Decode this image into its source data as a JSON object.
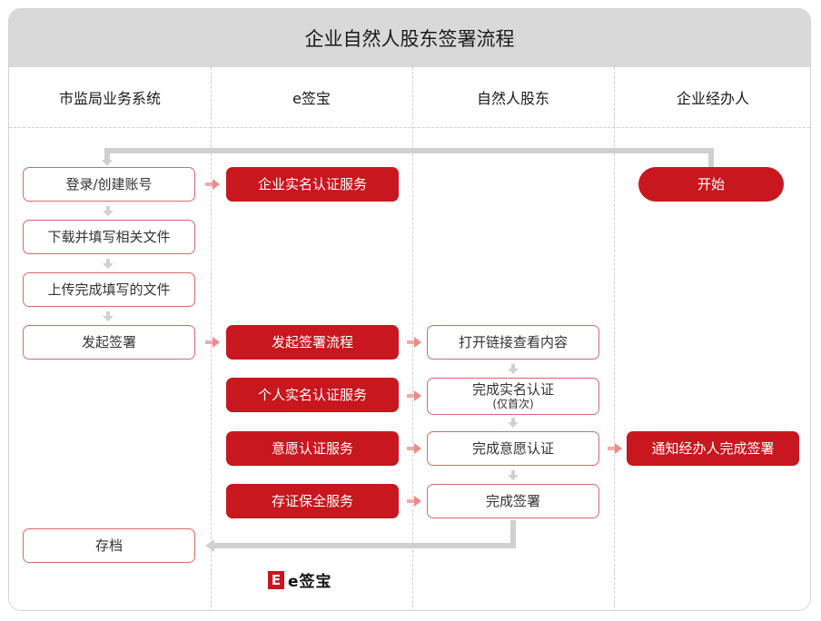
{
  "title": "企业自然人股东签署流程",
  "lanes": [
    "市监局业务系统",
    "e签宝",
    "自然人股东",
    "企业经办人"
  ],
  "boxes": {
    "login": "登录/创建账号",
    "download": "下载并填写相关文件",
    "upload": "上传完成填写的文件",
    "initiate": "发起签署",
    "archive": "存档",
    "corp_auth": "企业实名认证服务",
    "start_flow": "发起签署流程",
    "personal_auth": "个人实名认证服务",
    "intent_auth": "意愿认证服务",
    "evidence": "存证保全服务",
    "open_link": "打开链接查看内容",
    "complete_auth": "完成实名认证",
    "complete_auth_note": "(仅首次)",
    "complete_intent": "完成意愿认证",
    "complete_sign": "完成签署",
    "start": "开始",
    "notify": "通知经办人完成签署"
  },
  "logo": {
    "mark": "E",
    "text": "e签宝"
  },
  "colors": {
    "accent": "#c8171e",
    "divider": "#cfcfcf",
    "header": "#d9d9d9"
  }
}
